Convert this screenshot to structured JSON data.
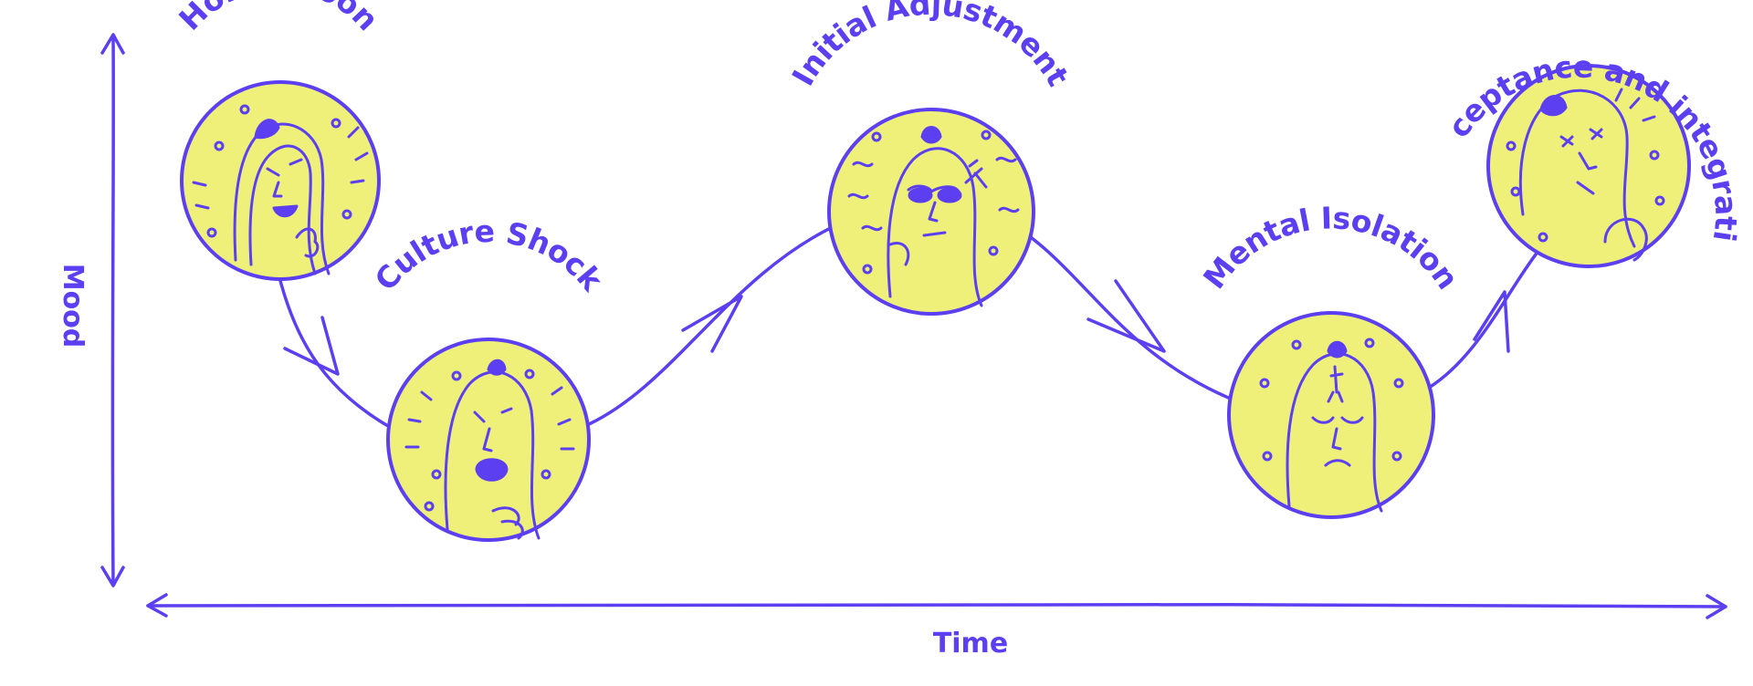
{
  "axes": {
    "y_label": "Mood",
    "x_label": "Time"
  },
  "stages": [
    {
      "id": "honeymoon",
      "label": "Honeymoon"
    },
    {
      "id": "culture-shock",
      "label": "Culture Shock"
    },
    {
      "id": "initial-adjustment",
      "label": "Initial Adjustment"
    },
    {
      "id": "mental-isolation",
      "label": "Mental Isolation"
    },
    {
      "id": "acceptance-integration",
      "label": "Acceptance and integration"
    }
  ],
  "colors": {
    "stroke": "#5b3ff0",
    "fill": "#eef07a",
    "background": "#ffffff"
  }
}
